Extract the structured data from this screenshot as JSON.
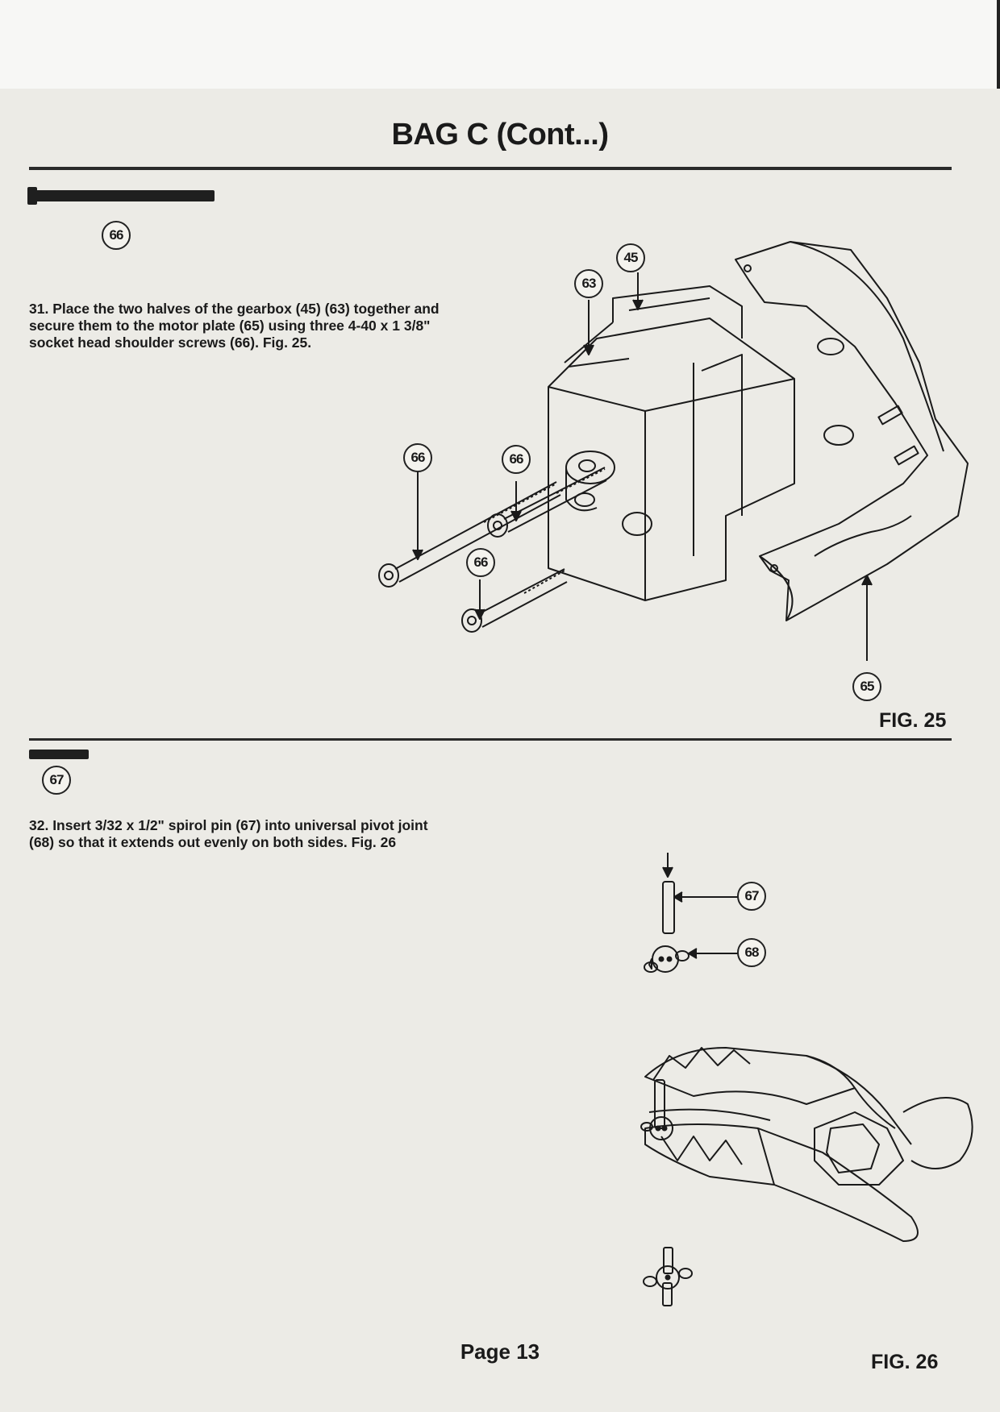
{
  "page": {
    "title": "BAG C (Cont...)",
    "page_number": "Page 13"
  },
  "step31": {
    "part_callout": "66",
    "text": "31. Place the two halves of the gearbox (45) (63) together and secure them to the motor plate (65) using three 4-40 x 1 3/8\" socket head shoulder screws (66). Fig. 25."
  },
  "fig25": {
    "label": "FIG. 25",
    "callouts": [
      "45",
      "63",
      "66",
      "66",
      "66",
      "65"
    ]
  },
  "step32": {
    "part_callout": "67",
    "text": "32. Insert 3/32 x 1/2\" spirol pin (67) into universal pivot joint (68) so that it extends out evenly on both sides. Fig. 26"
  },
  "fig26": {
    "label": "FIG. 26",
    "callouts": [
      "67",
      "68"
    ]
  },
  "colors": {
    "paper": "#ecebe6",
    "ink": "#1a1a1a"
  }
}
